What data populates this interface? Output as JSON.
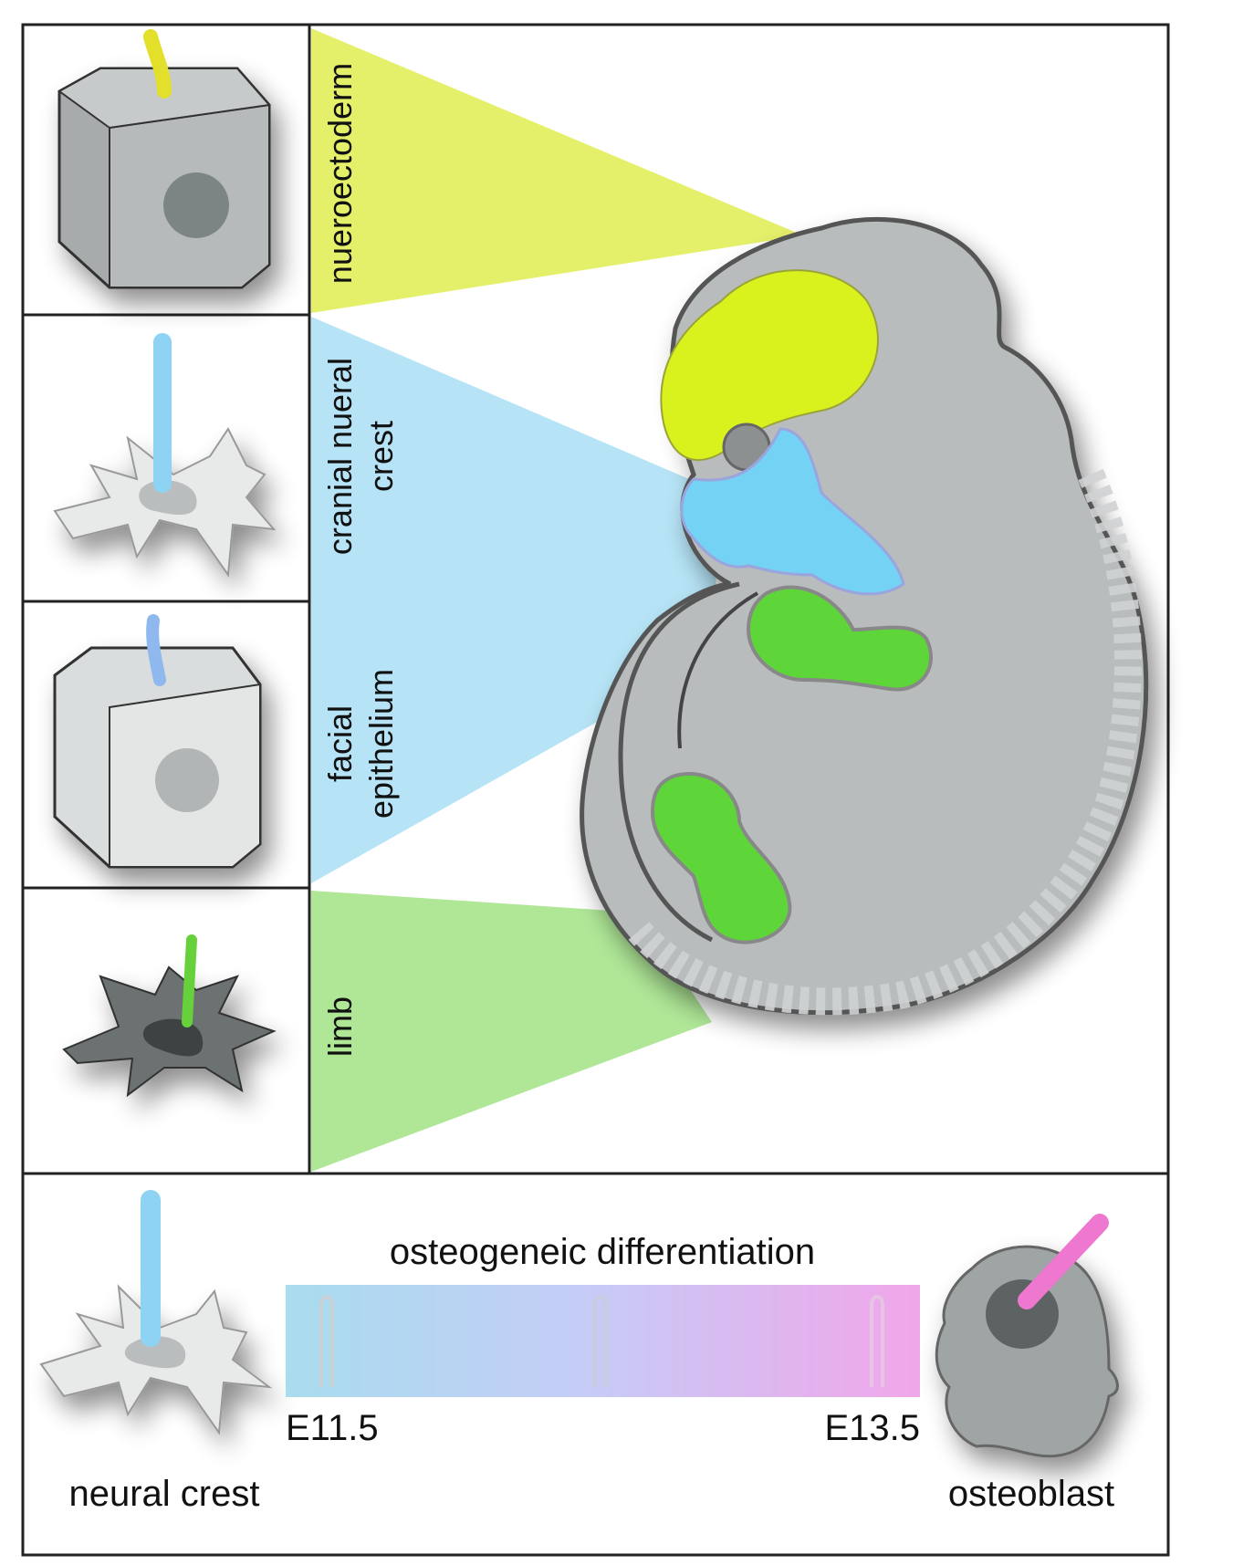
{
  "regions": [
    {
      "id": "neuroectoderm",
      "label": "nueroectoderm",
      "color": "#e2ee5a"
    },
    {
      "id": "cranial-neural-crest",
      "label_line1": "cranial nueral",
      "label_line2": "crest",
      "color": "#a9dff4"
    },
    {
      "id": "facial-epithelium",
      "label_line1": "facial",
      "label_line2": "epithelium",
      "color": "#a9dff4"
    },
    {
      "id": "limb",
      "label": "limb",
      "color": "#a6e48c"
    }
  ],
  "differentiation": {
    "title": "osteogeneic differentiation",
    "start_label": "E11.5",
    "end_label": "E13.5",
    "left_cell_label": "neural crest",
    "right_cell_label": "osteoblast",
    "gradient_start": "#a9dcef",
    "gradient_mid": "#c8c8f4",
    "gradient_end": "#f0a8ec"
  },
  "colors": {
    "yellow_cilium": "#e2e02a",
    "blue_cilium": "#8fd3f4",
    "green_cilium": "#66d13a",
    "pink_cilium": "#ee77d0",
    "embryo_gray": "#b8bcbd",
    "embryo_yellow": "#d9f21d",
    "embryo_blue": "#74d2f5",
    "embryo_green": "#5ed63a"
  }
}
